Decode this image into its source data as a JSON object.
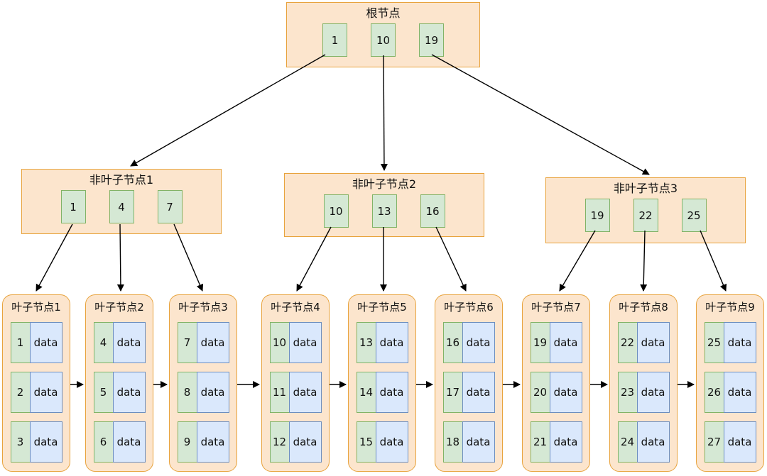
{
  "tree": {
    "root": {
      "title": "根节点",
      "keys": [
        "1",
        "10",
        "19"
      ]
    },
    "internal": [
      {
        "title": "非叶子节点1",
        "keys": [
          "1",
          "4",
          "7"
        ]
      },
      {
        "title": "非叶子节点2",
        "keys": [
          "10",
          "13",
          "16"
        ]
      },
      {
        "title": "非叶子节点3",
        "keys": [
          "19",
          "22",
          "25"
        ]
      }
    ],
    "leaves": [
      {
        "title": "叶子节点1",
        "rows": [
          {
            "key": "1",
            "value": "data"
          },
          {
            "key": "2",
            "value": "data"
          },
          {
            "key": "3",
            "value": "data"
          }
        ]
      },
      {
        "title": "叶子节点2",
        "rows": [
          {
            "key": "4",
            "value": "data"
          },
          {
            "key": "5",
            "value": "data"
          },
          {
            "key": "6",
            "value": "data"
          }
        ]
      },
      {
        "title": "叶子节点3",
        "rows": [
          {
            "key": "7",
            "value": "data"
          },
          {
            "key": "8",
            "value": "data"
          },
          {
            "key": "9",
            "value": "data"
          }
        ]
      },
      {
        "title": "叶子节点4",
        "rows": [
          {
            "key": "10",
            "value": "data"
          },
          {
            "key": "11",
            "value": "data"
          },
          {
            "key": "12",
            "value": "data"
          }
        ]
      },
      {
        "title": "叶子节点5",
        "rows": [
          {
            "key": "13",
            "value": "data"
          },
          {
            "key": "14",
            "value": "data"
          },
          {
            "key": "15",
            "value": "data"
          }
        ]
      },
      {
        "title": "叶子节点6",
        "rows": [
          {
            "key": "16",
            "value": "data"
          },
          {
            "key": "17",
            "value": "data"
          },
          {
            "key": "18",
            "value": "data"
          }
        ]
      },
      {
        "title": "叶子节点7",
        "rows": [
          {
            "key": "19",
            "value": "data"
          },
          {
            "key": "20",
            "value": "data"
          },
          {
            "key": "21",
            "value": "data"
          }
        ]
      },
      {
        "title": "叶子节点8",
        "rows": [
          {
            "key": "22",
            "value": "data"
          },
          {
            "key": "23",
            "value": "data"
          },
          {
            "key": "24",
            "value": "data"
          }
        ]
      },
      {
        "title": "叶子节点9",
        "rows": [
          {
            "key": "25",
            "value": "data"
          },
          {
            "key": "26",
            "value": "data"
          },
          {
            "key": "27",
            "value": "data"
          }
        ]
      }
    ]
  },
  "colors": {
    "container_fill": "#FCE5CD",
    "container_border": "#E8A33D",
    "key_fill": "#D5E8D4",
    "key_border": "#82B366",
    "data_fill": "#DAE8FC",
    "data_border": "#6C8EBF",
    "arrow": "#000000"
  }
}
